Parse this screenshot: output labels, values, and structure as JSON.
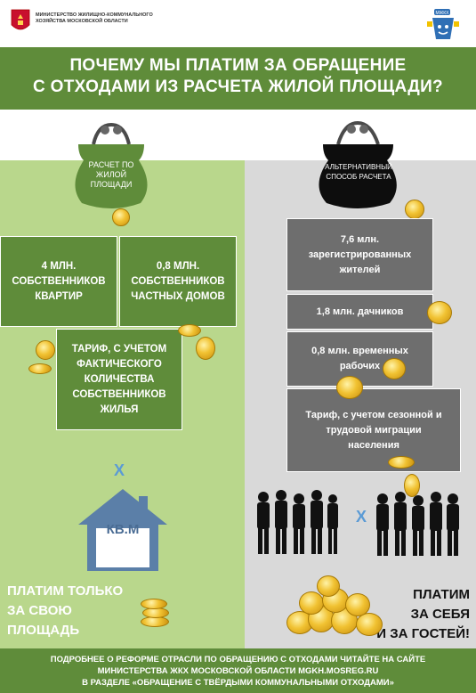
{
  "header": {
    "ministry": "МИНИСТЕРСТВО ЖИЛИЩНО-КОММУНАЛЬНОГО ХОЗЯЙСТВА МОСКОВСКОЙ ОБЛАСТИ",
    "right_logo_text": "МЖКХ",
    "title_line1": "ПОЧЕМУ МЫ ПЛАТИМ ЗА ОБРАЩЕНИЕ",
    "title_line2": "С ОТХОДАМИ ИЗ РАСЧЕТА ЖИЛОЙ ПЛОЩАДИ?"
  },
  "left": {
    "purse_label": "РАСЧЕТ ПО ЖИЛОЙ ПЛОЩАДИ",
    "box1": "4 МЛН. СОБСТВЕННИКОВ КВАРТИР",
    "box2": "0,8 МЛН. СОБСТВЕННИКОВ ЧАСТНЫХ ДОМОВ",
    "box3": "ТАРИФ, С УЧЕТОМ ФАКТИЧЕСКОГО КОЛИЧЕСТВА СОБСТВЕННИКОВ ЖИЛЬЯ",
    "cross": "X",
    "house_label": "КВ.М",
    "pay_line1": "ПЛАТИМ ТОЛЬКО",
    "pay_line2": "ЗА СВОЮ",
    "pay_line3": "ПЛОЩАДЬ"
  },
  "right": {
    "purse_label": "АЛЬТЕРНАТИВНЫЙ СПОСОБ РАСЧЕТА",
    "box1": "7,6 млн. зарегистрированных жителей",
    "box2": "1,8 млн. дачников",
    "box3": "0,8 млн. временных рабочих",
    "box4": "Тариф, с учетом сезонной и трудовой миграции населения",
    "cross": "X",
    "pay_line1": "ПЛАТИМ",
    "pay_line2": "ЗА СЕБЯ",
    "pay_line3": "И ЗА ГОСТЕЙ!"
  },
  "footer": {
    "line1": "ПОДРОБНЕЕ О РЕФОРМЕ ОТРАСЛИ ПО ОБРАЩЕНИЮ С ОТХОДАМИ ЧИТАЙТЕ НА САЙТЕ",
    "line2": "МИНИСТЕРСТВА ЖКХ МОСКОВСКОЙ ОБЛАСТИ MGKH.MOSREG.RU",
    "line3": "В РАЗДЕЛЕ «ОБРАЩЕНИЕ С ТВЁРДЫМИ КОММУНАЛЬНЫМИ ОТХОДАМИ»"
  },
  "colors": {
    "green_dark": "#5f8c3a",
    "green_light": "#b9d78c",
    "gray_dark": "#6e6e6e",
    "gray_light": "#d9d9d9",
    "blue_house": "#5b7fa8"
  }
}
